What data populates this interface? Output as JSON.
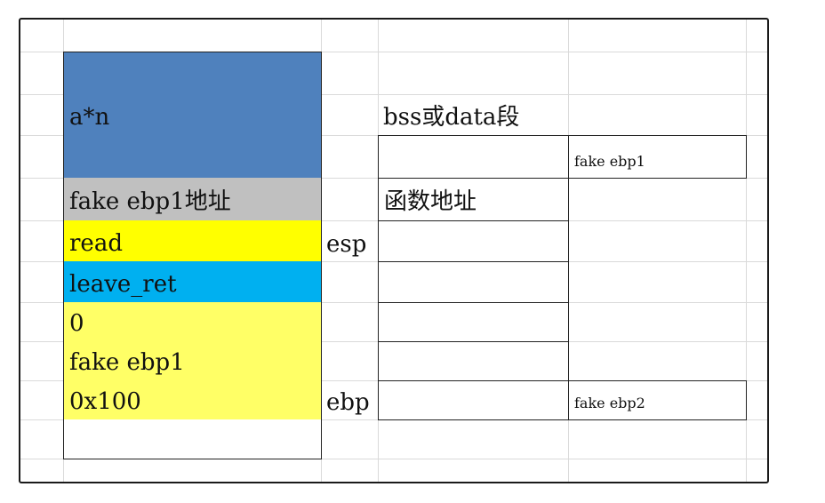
{
  "colors": {
    "dark_blue": "#4f81bd",
    "gray": "#c0c0c0",
    "yellow": "#ffff00",
    "light_yellow": "#ffff66",
    "cyan": "#00b0f0"
  },
  "stack": {
    "row1": "",
    "row2": "a*n",
    "row3": "",
    "row4": "fake ebp1地址",
    "row5": "read",
    "row6": "leave_ret",
    "row7": "0",
    "row8": "fake ebp1",
    "row9": "0x100",
    "row10": ""
  },
  "pointers": {
    "esp": "esp",
    "ebp": "ebp"
  },
  "bss": {
    "title": "bss或data段",
    "func_label": "函数地址",
    "fake1": "fake ebp1",
    "fake2": "fake ebp2"
  }
}
